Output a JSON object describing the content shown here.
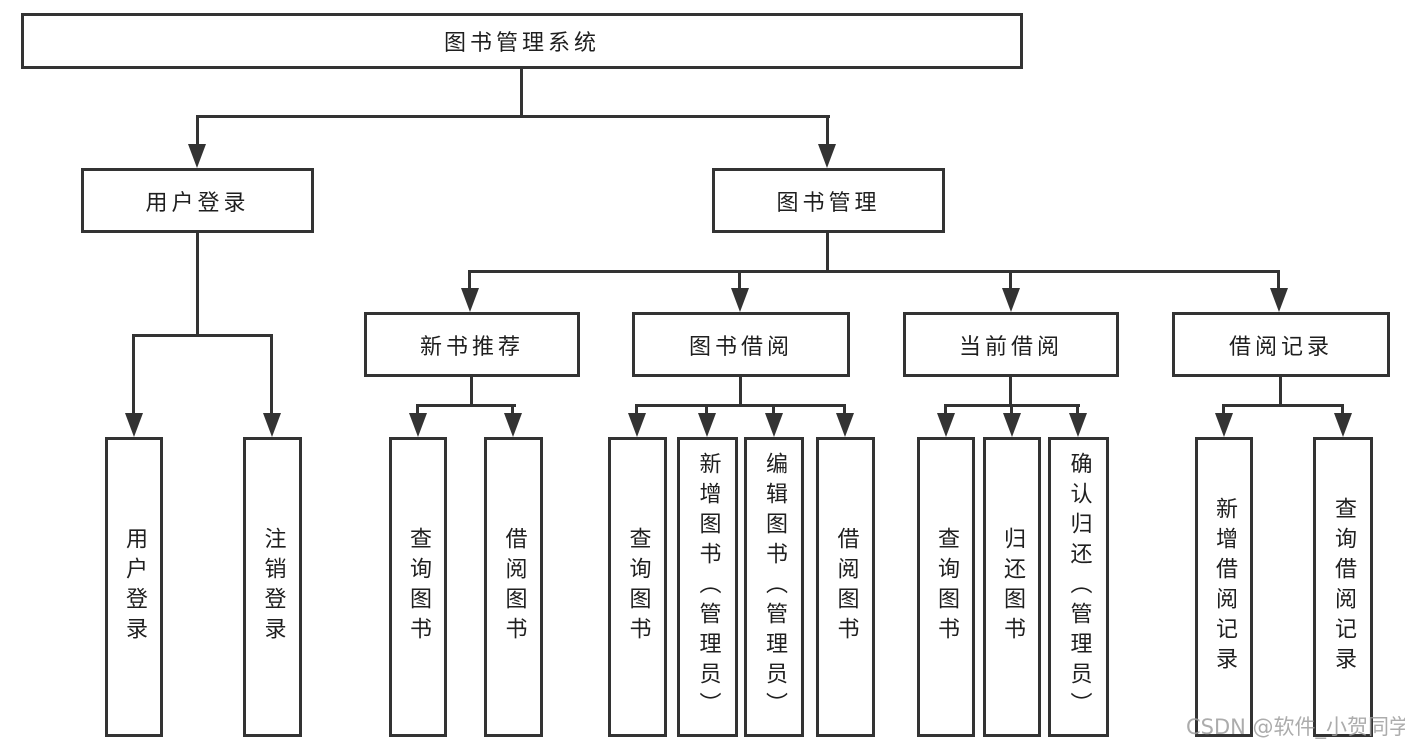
{
  "diagram": {
    "title": "图书管理系统",
    "level2": {
      "user_login": "用户登录",
      "book_mgmt": "图书管理"
    },
    "user_login_children": [
      "用户登录",
      "注销登录"
    ],
    "book_mgmt_children": [
      "新书推荐",
      "图书借阅",
      "当前借阅",
      "借阅记录"
    ],
    "leaves": {
      "new_book": [
        "查询图书",
        "借阅图书"
      ],
      "book_borrow": [
        "查询图书",
        "新增图书（管理员）",
        "编辑图书（管理员）",
        "借阅图书"
      ],
      "current_borrow": [
        "查询图书",
        "归还图书",
        "确认归还（管理员）"
      ],
      "borrow_records": [
        "新增借阅记录",
        "查询借阅记录"
      ]
    },
    "watermark": "CSDN @软件_小贺同学",
    "colors": {
      "line": "#333333",
      "text": "#1f1f1f",
      "box_background": "#ffffff",
      "watermark": "#9e9e9e",
      "page_background": "#ffffff"
    }
  }
}
